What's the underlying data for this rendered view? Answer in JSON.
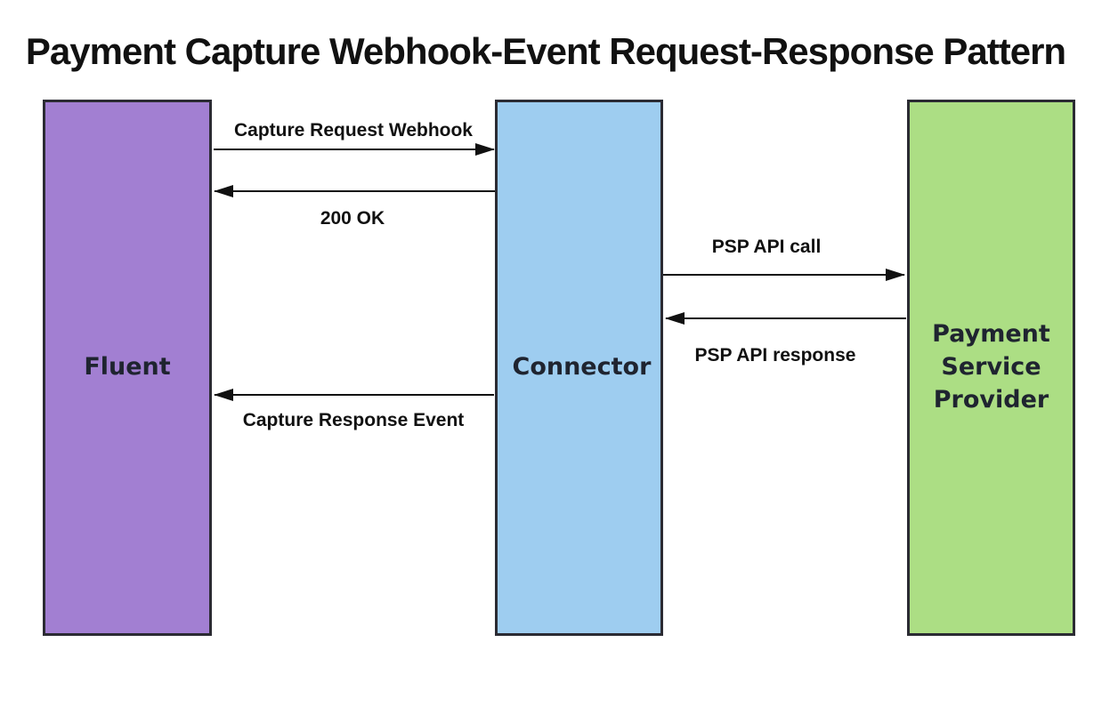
{
  "title": "Payment Capture Webhook-Event Request-Response Pattern",
  "actors": [
    {
      "id": "fluent",
      "label": "Fluent",
      "color": "#a27fd2"
    },
    {
      "id": "connector",
      "label": "Connector",
      "color": "#9ecdf0"
    },
    {
      "id": "psp",
      "label": "Payment Service Provider",
      "color": "#acde84"
    }
  ],
  "messages": [
    {
      "label": "Capture Request Webhook",
      "from": "fluent",
      "to": "connector",
      "direction": "right"
    },
    {
      "label": "200 OK",
      "from": "connector",
      "to": "fluent",
      "direction": "left"
    },
    {
      "label": "PSP API call",
      "from": "connector",
      "to": "psp",
      "direction": "right"
    },
    {
      "label": "PSP API response",
      "from": "psp",
      "to": "connector",
      "direction": "left"
    },
    {
      "label": "Capture Response Event",
      "from": "connector",
      "to": "fluent",
      "direction": "left"
    }
  ],
  "colors": {
    "background": "#ffffff",
    "box_border": "#2b2b33",
    "arrow": "#111111",
    "title_text": "#111111",
    "actor_text": "#1f2430",
    "message_text": "#111111"
  }
}
